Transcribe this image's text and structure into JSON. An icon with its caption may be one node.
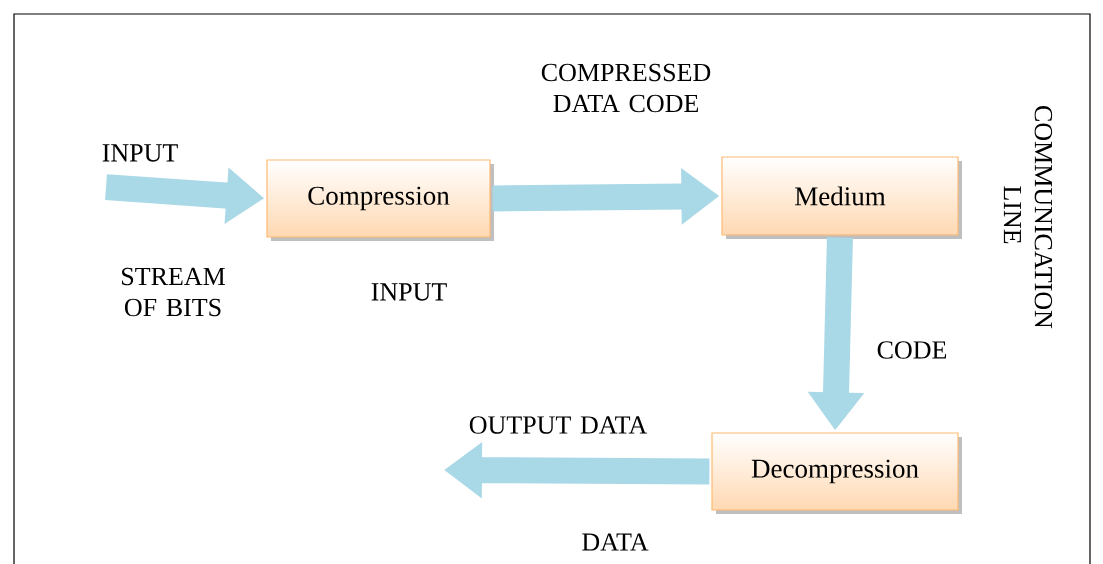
{
  "diagram": {
    "nodes": [
      {
        "text": [
          "Compression"
        ]
      },
      {
        "text": [
          "Medium"
        ]
      },
      {
        "text": [
          "Decompression"
        ]
      }
    ],
    "edges": [
      {
        "from": null,
        "to": 0,
        "arrow": "to"
      },
      {
        "from": 0,
        "to": 1,
        "arrow": "to"
      },
      {
        "from": 1,
        "to": 2,
        "arrow": "to"
      },
      {
        "from": 2,
        "to": null,
        "arrow": "to"
      }
    ],
    "labels": [
      "COMPRESSED DATA CODE",
      "INPUT",
      "COMMUNICATION LINE",
      "STREAM OF BITS",
      "INPUT",
      "CODE",
      "OUTPUT DATA",
      "DATA"
    ]
  }
}
